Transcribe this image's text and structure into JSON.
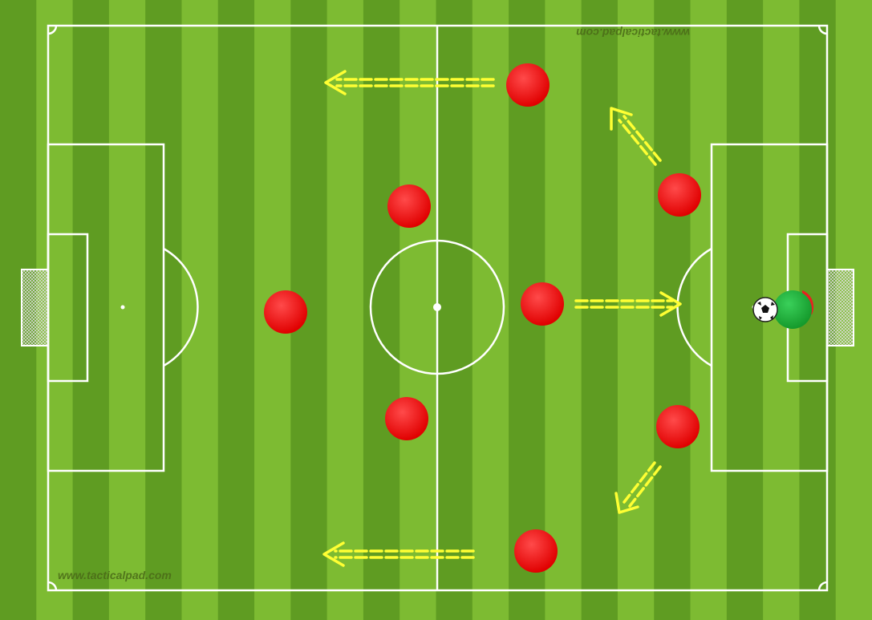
{
  "watermarks": {
    "bottom": "www.tacticalpad.com",
    "top": "www.tacticalpad.com"
  },
  "colors": {
    "grass_light": "#7dbb32",
    "grass_dark": "#5f9c22",
    "line": "#ffffff",
    "player": "#ff1a1a",
    "goalkeeper": "#1fae3a",
    "arrow": "#ffff33"
  },
  "players": [
    {
      "role": "player"
    },
    {
      "role": "player"
    },
    {
      "role": "player"
    },
    {
      "role": "player"
    },
    {
      "role": "player"
    },
    {
      "role": "player"
    },
    {
      "role": "player"
    },
    {
      "role": "player"
    },
    {
      "role": "player"
    }
  ],
  "goalkeeper": {
    "role": "goalkeeper",
    "has_ball": true
  },
  "arrows": [
    {
      "style": "dashed"
    },
    {
      "style": "dashed"
    },
    {
      "style": "dashed"
    },
    {
      "style": "dashed"
    },
    {
      "style": "dashed"
    }
  ]
}
